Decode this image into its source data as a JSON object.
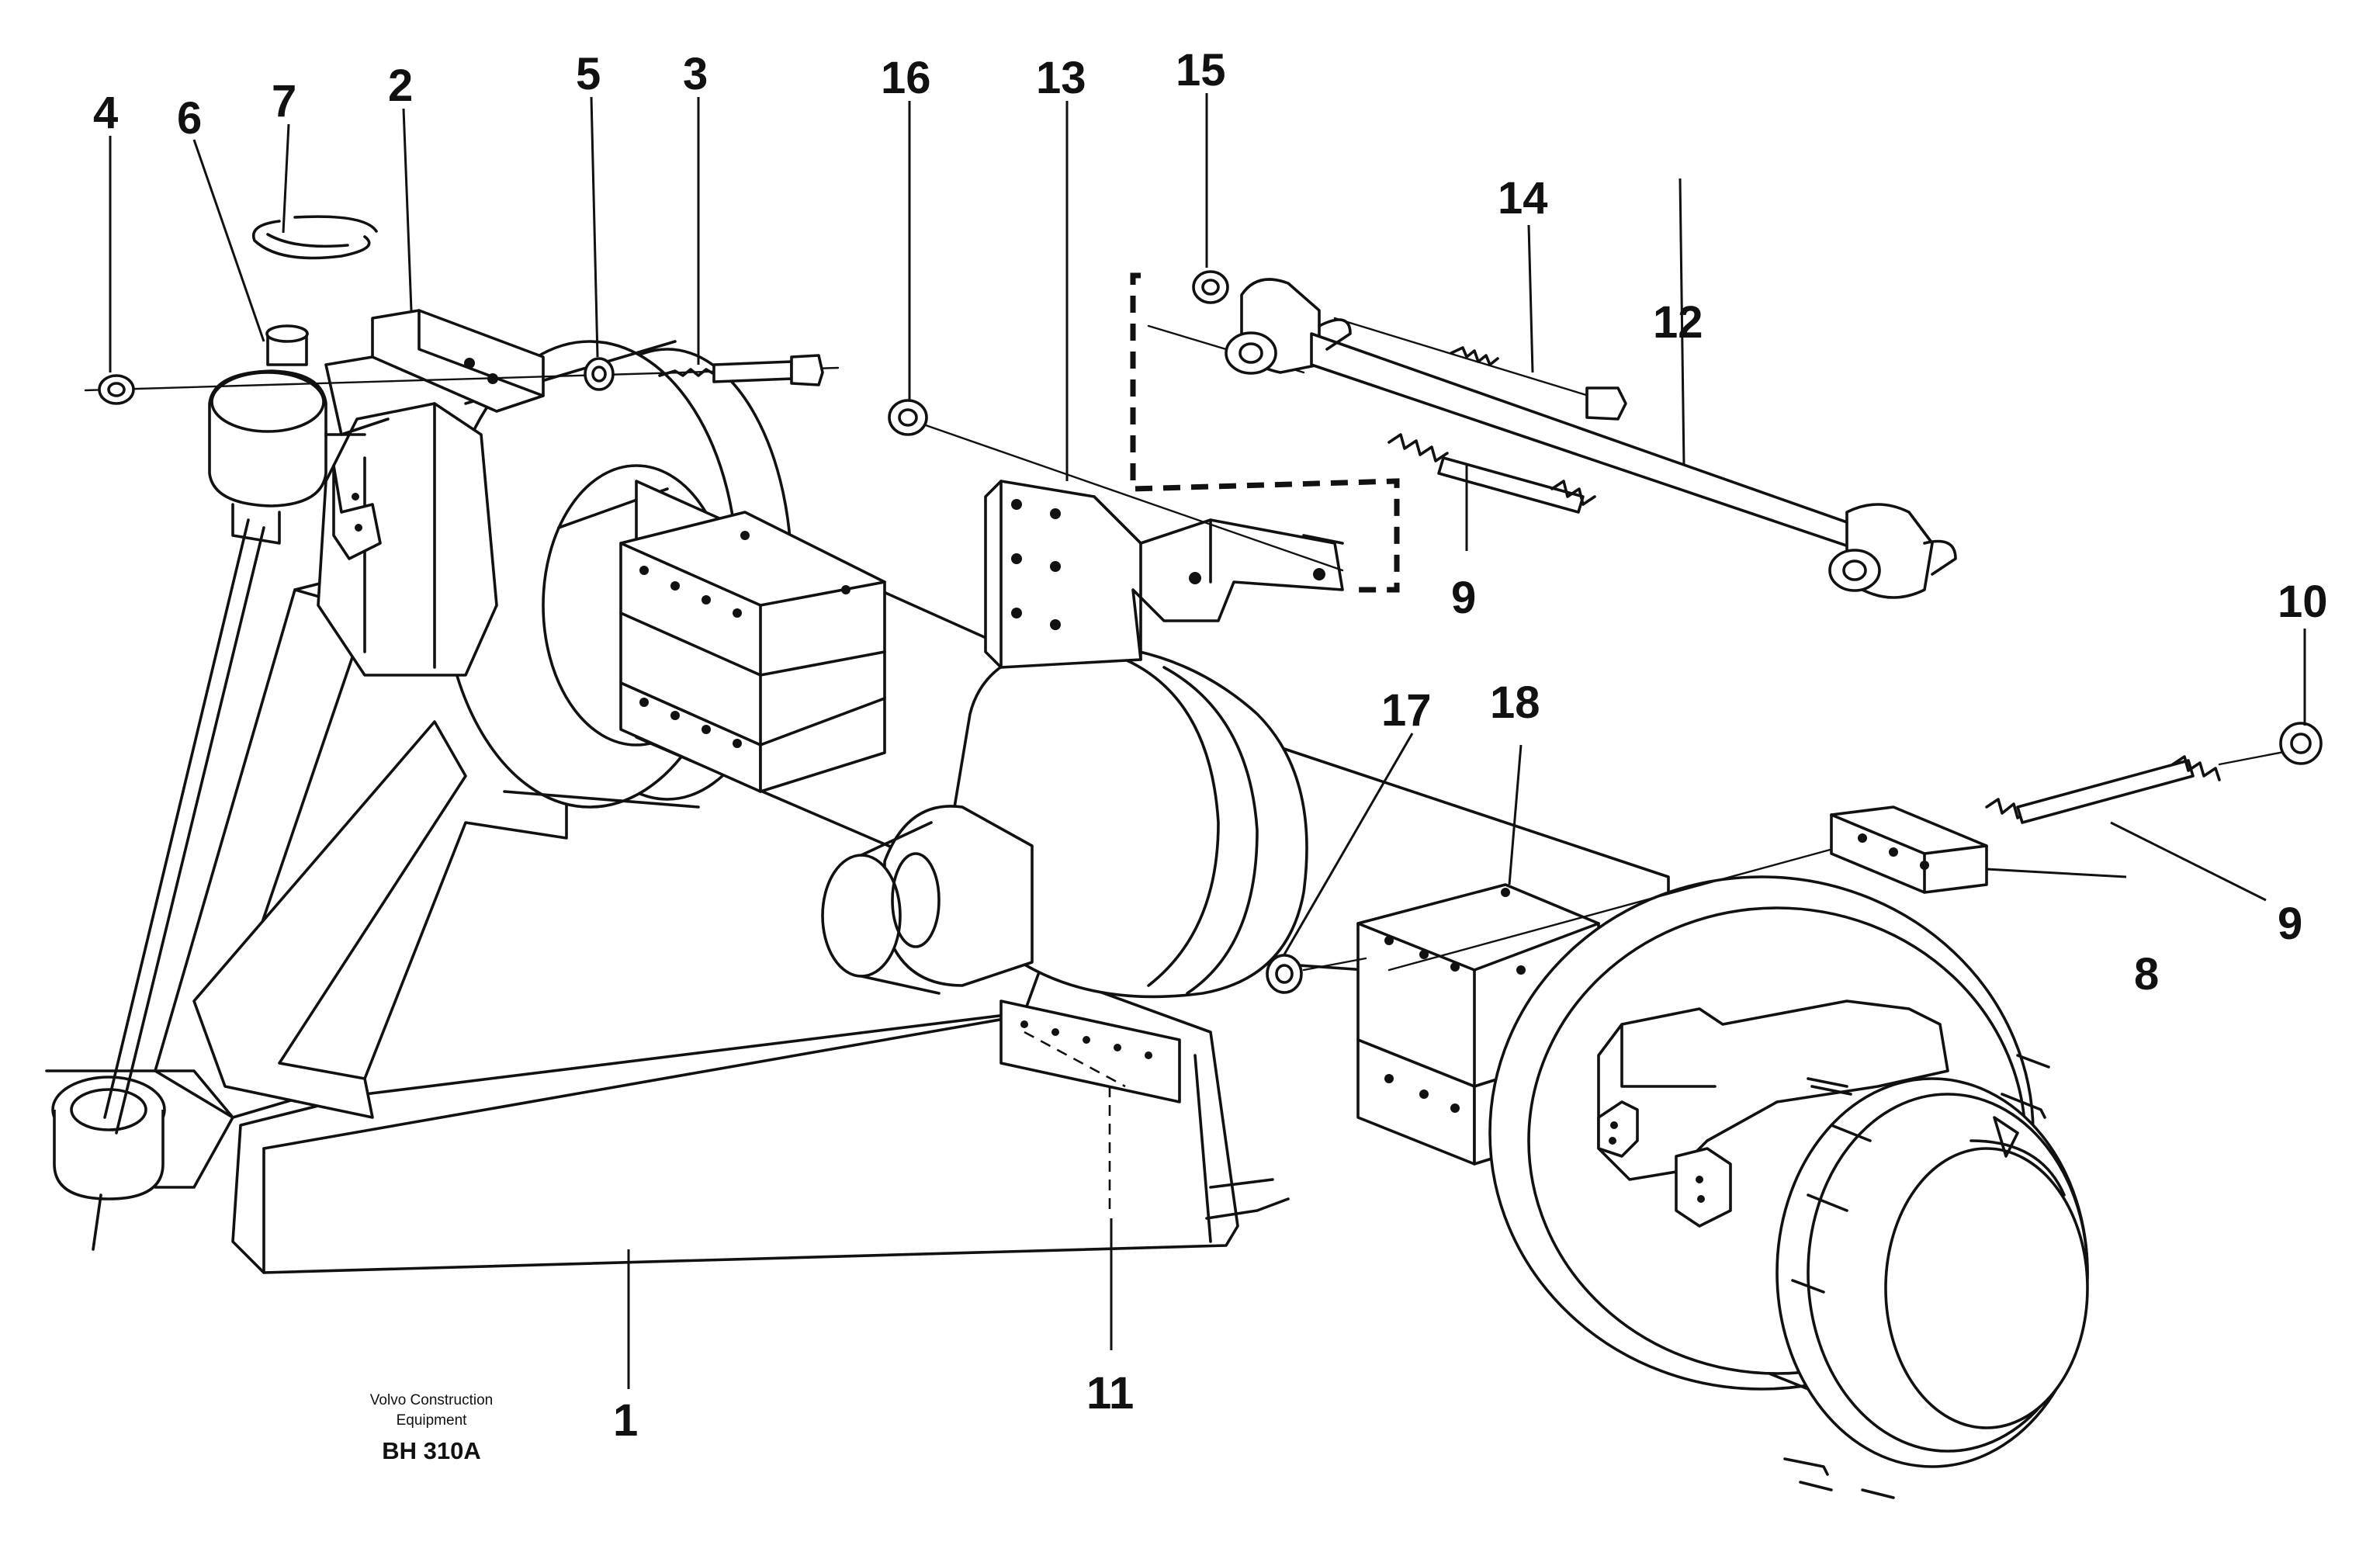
{
  "callouts": {
    "c1": "1",
    "c2": "2",
    "c3": "3",
    "c4": "4",
    "c5": "5",
    "c6": "6",
    "c7": "7",
    "c8": "8",
    "c9a": "9",
    "c9b": "9",
    "c10": "10",
    "c11": "11",
    "c12": "12",
    "c13": "13",
    "c14": "14",
    "c15": "15",
    "c16": "16",
    "c17": "17",
    "c18": "18"
  },
  "credit": {
    "line1": "Volvo Construction",
    "line2": "Equipment",
    "code": "BH 310A"
  }
}
